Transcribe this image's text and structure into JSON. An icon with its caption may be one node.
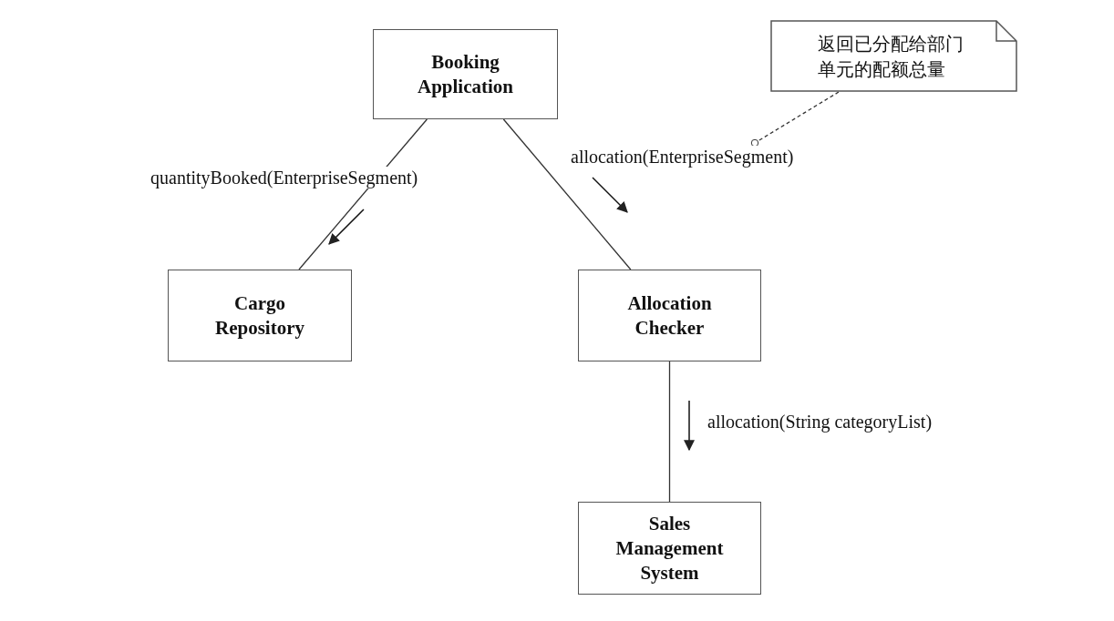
{
  "diagram": {
    "nodes": [
      {
        "text": [
          "Booking Application"
        ]
      },
      {
        "text": [
          "Cargo Repository"
        ]
      },
      {
        "text": [
          "Allocation Checker"
        ]
      },
      {
        "text": [
          "Sales Management System"
        ]
      },
      {
        "text": [
          "返回已分配给部门单元的配额总量"
        ]
      }
    ],
    "edges": [
      {
        "from": 0,
        "to": 1,
        "arrow": "none",
        "label": "quantityBooked(EnterpriseSegment)"
      },
      {
        "from": 0,
        "to": 2,
        "arrow": "none",
        "label": "allocation(EnterpriseSegment)"
      },
      {
        "from": 2,
        "to": 3,
        "arrow": "none",
        "label": "allocation(String categoryList)"
      },
      {
        "from": 4,
        "to": null,
        "arrow": "other",
        "style": "dashed"
      }
    ]
  }
}
